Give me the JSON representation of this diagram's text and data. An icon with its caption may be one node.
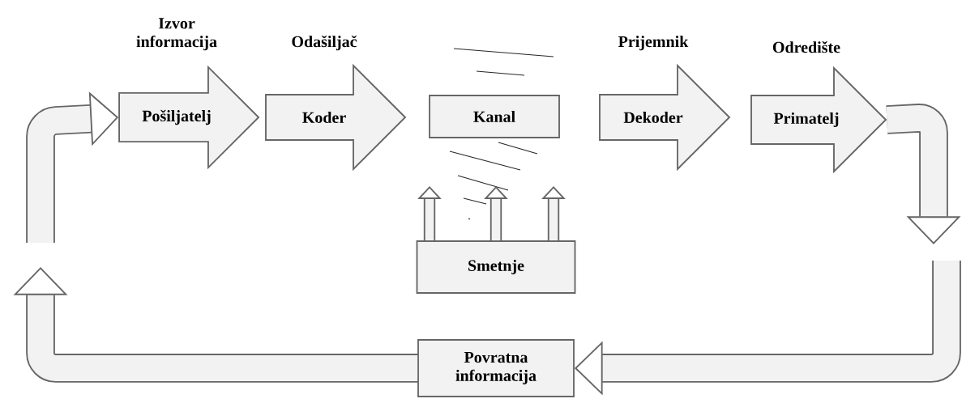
{
  "diagram": {
    "nodes": [
      {
        "text": [
          "Izvor informacija",
          "Pošiljatelj"
        ]
      },
      {
        "text": [
          "Odašiljač",
          "Koder"
        ]
      },
      {
        "text": [
          "Kanal"
        ]
      },
      {
        "text": [
          "Prijemnik",
          "Dekoder"
        ]
      },
      {
        "text": [
          "Odredište",
          "Primatelj"
        ]
      },
      {
        "text": [
          "Smetnje"
        ]
      },
      {
        "text": [
          "Povratna informacija"
        ]
      }
    ],
    "edges": [
      {
        "from": 5,
        "to": null,
        "arrow": "to"
      },
      {
        "from": 5,
        "to": null,
        "arrow": "to"
      },
      {
        "from": 5,
        "to": null,
        "arrow": "to"
      },
      {
        "from": 4,
        "to": null,
        "arrow": "to"
      },
      {
        "from": null,
        "to": 6,
        "arrow": "to"
      },
      {
        "from": 6,
        "to": null,
        "arrow": "to"
      },
      {
        "from": null,
        "to": 0,
        "arrow": "to"
      }
    ]
  }
}
